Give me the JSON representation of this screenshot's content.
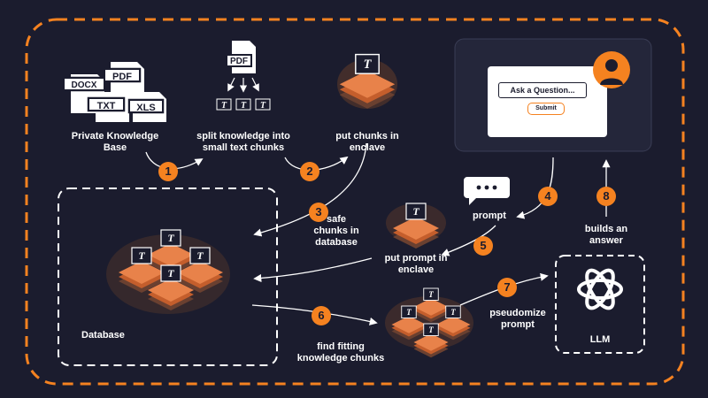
{
  "steps": {
    "s1": {
      "number": "1",
      "label_lines": [
        "Private Knowledge",
        "Base"
      ]
    },
    "s2": {
      "number": "2",
      "label_lines": [
        "split knowledge into",
        "small text chunks"
      ]
    },
    "s2b": {
      "label_lines": [
        "put chunks in",
        "enclave"
      ]
    },
    "s3": {
      "number": "3",
      "label_lines": [
        "safe",
        "chunks in",
        "database"
      ]
    },
    "s4": {
      "number": "4",
      "label": "prompt"
    },
    "s5": {
      "number": "5",
      "label_lines": [
        "put prompt in",
        "enclave"
      ]
    },
    "s6": {
      "number": "6",
      "label_lines": [
        "find fitting",
        "knowledge chunks"
      ]
    },
    "s7": {
      "number": "7",
      "label_lines": [
        "pseudomize",
        "prompt"
      ]
    },
    "s8": {
      "number": "8",
      "label_lines": [
        "builds an",
        "answer"
      ]
    }
  },
  "files": [
    "DOCX",
    "PDF",
    "TXT",
    "XLS"
  ],
  "pdf_icon_label": "PDF",
  "database_label": "Database",
  "llm_label": "LLM",
  "ui_card": {
    "ask_placeholder": "Ask a Question...",
    "submit_label": "Submit"
  },
  "colors": {
    "background": "#1b1c2e",
    "accent": "#f58220",
    "white": "#ffffff",
    "panel": "#24263a"
  }
}
